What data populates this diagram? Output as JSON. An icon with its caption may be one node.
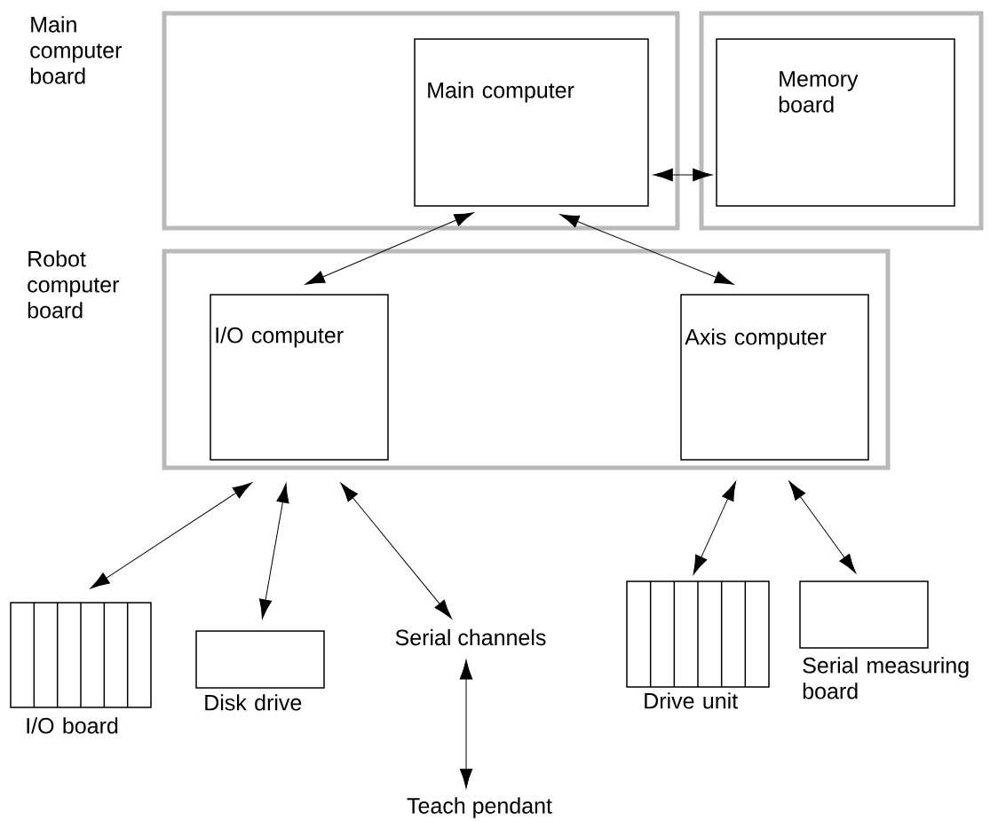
{
  "diagram": {
    "nodes": [
      {
        "text": [
          "Main computer board"
        ]
      },
      {
        "text": [
          "Main computer"
        ],
        "in": 0
      },
      {
        "text": [],
        "shape": "box"
      },
      {
        "text": [
          "Memory board"
        ],
        "in": 2
      },
      {
        "text": [
          "Robot computer board"
        ]
      },
      {
        "text": [
          "I/O computer"
        ],
        "in": 4
      },
      {
        "text": [
          "Axis computer"
        ],
        "in": 4
      },
      {
        "text": [
          "I/O board"
        ]
      },
      {
        "text": [
          "Disk drive"
        ]
      },
      {
        "text": [
          "Serial channels"
        ]
      },
      {
        "text": [
          "Teach pendant"
        ]
      },
      {
        "text": [
          "Drive unit"
        ]
      },
      {
        "text": [
          "Serial measuring board"
        ]
      }
    ],
    "edges": [
      {
        "from": 1,
        "to": 3,
        "arrow": "both"
      },
      {
        "from": 1,
        "to": 5,
        "arrow": "both"
      },
      {
        "from": 1,
        "to": 6,
        "arrow": "both"
      },
      {
        "from": 4,
        "to": 7,
        "arrow": "both"
      },
      {
        "from": 4,
        "to": 8,
        "arrow": "both"
      },
      {
        "from": 4,
        "to": 9,
        "arrow": "both"
      },
      {
        "from": 9,
        "to": 10,
        "arrow": "both"
      },
      {
        "from": 4,
        "to": 11,
        "arrow": "both"
      },
      {
        "from": 4,
        "to": 12,
        "arrow": "both"
      }
    ]
  }
}
